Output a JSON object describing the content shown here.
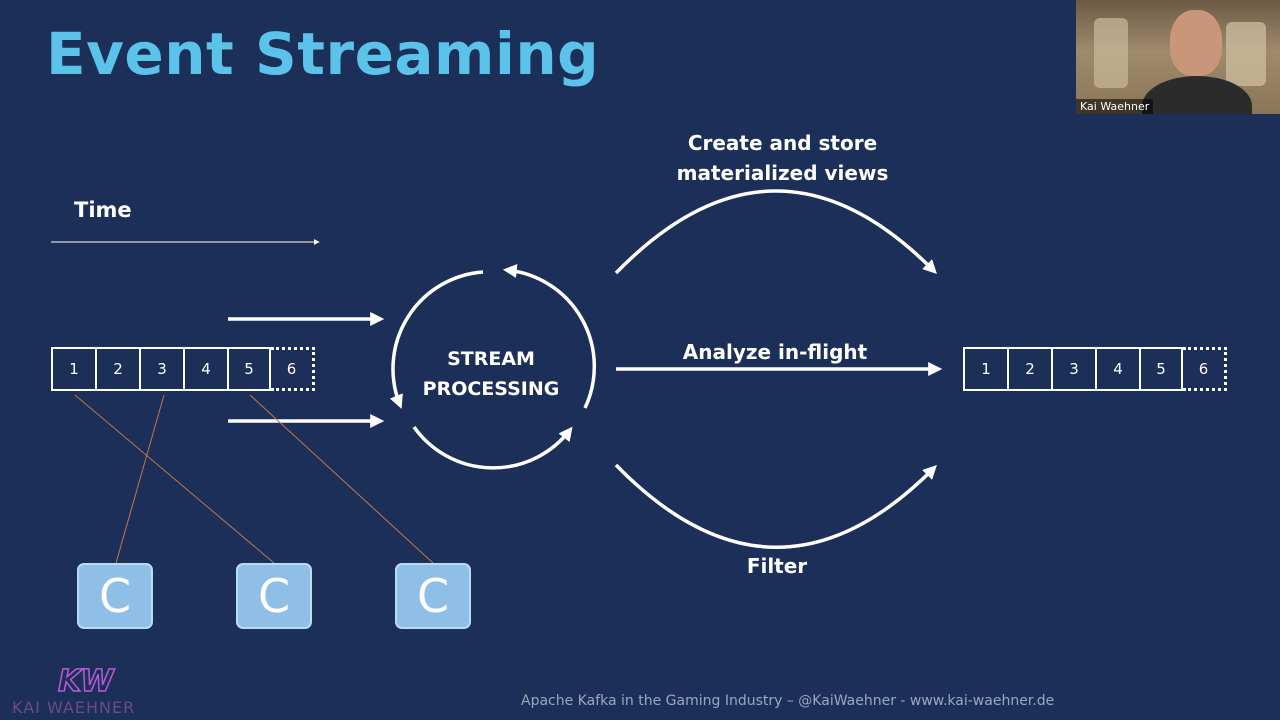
{
  "slide": {
    "title": "Event Streaming",
    "time_label": "Time",
    "stream_processing": "STREAM\nPROCESSING",
    "outputs": {
      "top": "Create and store\nmaterialized views",
      "middle": "Analyze in-flight",
      "bottom": "Filter"
    },
    "source_stream": [
      "1",
      "2",
      "3",
      "4",
      "5"
    ],
    "source_next": "6",
    "result_stream": [
      "1",
      "2",
      "3",
      "4",
      "5"
    ],
    "result_next": "6",
    "consumers": [
      "C",
      "C",
      "C"
    ],
    "footer": "Apache Kafka in the Gaming Industry – @KaiWaehner - www.kai-waehner.de",
    "logo": {
      "mark": "KW",
      "brand": "KAI WAEHNER"
    }
  },
  "webcam": {
    "name": "Kai Waehner"
  },
  "colors": {
    "background": "#1c2f58",
    "title": "#5bc3ea",
    "consumer": "#8fbfe6",
    "connector": "#c0784a"
  },
  "icons": [
    "arrow-right-icon",
    "circular-arrows-icon",
    "curved-arrow-icon"
  ]
}
